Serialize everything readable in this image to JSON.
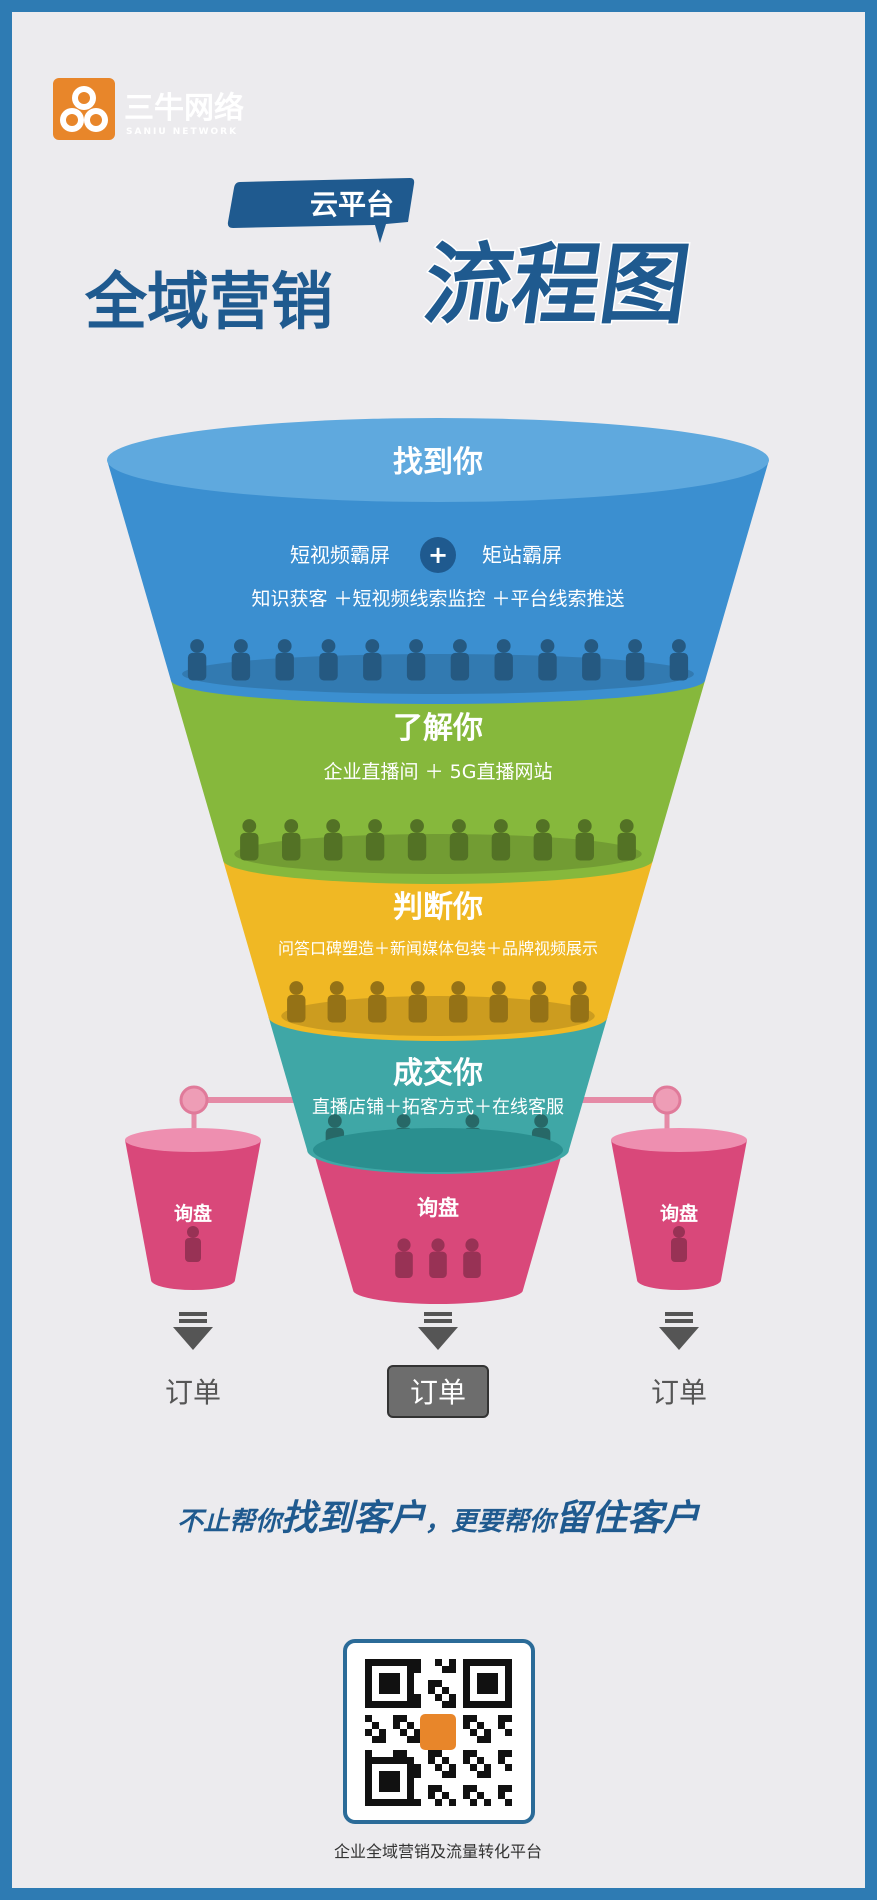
{
  "brand": {
    "name": "三牛网络",
    "sub": "SANIU NETWORK"
  },
  "title": {
    "badge": "云平台",
    "main": "全域营销",
    "emphasis": "流程图"
  },
  "funnel": {
    "stages": [
      {
        "title": "找到你",
        "lines": [
          "短视频霸屏",
          "矩站霸屏",
          "知识获客 ＋短视频线索监控 ＋平台线索推送"
        ],
        "plus": "+",
        "color": "#3b8fd0"
      },
      {
        "title": "了解你",
        "lines": [
          "企业直播间 ＋ 5G直播网站"
        ],
        "color": "#86b83c"
      },
      {
        "title": "判断你",
        "lines": [
          "问答口碑塑造＋新闻媒体包装＋品牌视频展示"
        ],
        "color": "#f0b824"
      },
      {
        "title": "成交你",
        "lines": [
          "直播店铺＋拓客方式＋在线客服"
        ],
        "color": "#3fa7a6"
      }
    ],
    "inquiry": {
      "left": "询盘",
      "center": "询盘",
      "right": "询盘",
      "color": "#d9487a"
    },
    "orders": {
      "left": "订单",
      "center": "订单",
      "right": "订单"
    }
  },
  "slogan": {
    "a": "不止帮你",
    "b": "找到客户",
    "c": "，更要帮你",
    "d": "留住客户"
  },
  "footer": {
    "caption": "企业全域营销及流量转化平台"
  }
}
